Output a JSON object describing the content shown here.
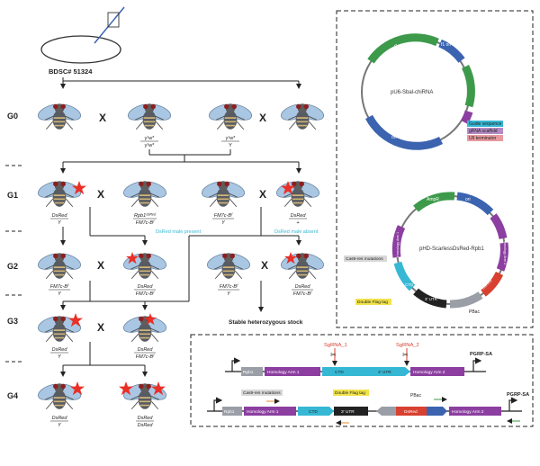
{
  "stock": {
    "label": "BDSC# 51324"
  },
  "generations": [
    "G0",
    "G1",
    "G2",
    "G3",
    "G4"
  ],
  "cross_symbol": "X",
  "crosses": {
    "g0_female_geno_top": "y¹w*",
    "g0_female_geno_bottom": "y¹w*",
    "g0_male_geno_top": "y¹w*",
    "g0_male_geno_bottom": "Y",
    "g1_a_top": "DsRed",
    "g1_a_bottom": "Y",
    "g1_b_top": "Rpb1ᵈˢᴿᵉᵈ",
    "g1_b_bottom": "FM7c-Bᶠ",
    "g1_c_top": "FM7c-Bᶠ",
    "g1_c_bottom": "Y",
    "g1_d_top": "DsRed",
    "g1_d_bottom": "+",
    "g2_a_top": "FM7c-Bᶠ",
    "g2_a_bottom": "Y",
    "g2_b_top": "DsRed",
    "g2_b_bottom": "FM7c-Bᶠ",
    "g2_c_top": "FM7c-Bᶠ",
    "g2_c_bottom": "Y",
    "g2_d_top": "DsRed",
    "g2_d_bottom": "FM7c-Bᶠ",
    "g3_a_top": "DsRed",
    "g3_a_bottom": "Y",
    "g3_b_top": "DsRed",
    "g3_b_bottom": "FM7c-Bᶠ",
    "g4_a_top": "DsRed",
    "g4_a_bottom": "Y",
    "g4_b_top": "DsRed",
    "g4_b_bottom": "DsRed"
  },
  "branch_labels": {
    "present": "DsRed male present",
    "absent": "DsRed male absent"
  },
  "outcome": "Stable heterozygous stock",
  "plasmid1": {
    "name": "pU6-Sbal-chiRNA",
    "labels": [
      "AmpR",
      "f1 ori",
      "U6 promoter",
      "ori"
    ],
    "legend": [
      "Guide sequence",
      "gRNA scaffold",
      "U6 terminator"
    ]
  },
  "plasmid2": {
    "name": "pHD-ScarlessDsRed-Rpb1",
    "labels": [
      "AmpR",
      "ori",
      "DsRed",
      "Homology Arm 1",
      "Homology Arm 2",
      "CTD",
      "3' UTR",
      "PBac"
    ],
    "cas9_res": "Cas9-res mutations",
    "flag_tag": "Double Flag tag"
  },
  "locus": {
    "sgrna1": "SgRNA_1",
    "sgrna2": "SgRNA_2",
    "pgrp": "PGRP-SA",
    "track1": [
      "Rpb1",
      "Homology Arm 1",
      "CTD",
      "3' UTR",
      "Homology Arm 2"
    ],
    "track2": [
      "Rpb1",
      "Homology Arm 1",
      "CTD",
      "3' UTR",
      "DsRed",
      "Homology Arm 2"
    ],
    "cas9_res": "Cas9-res mutations",
    "flag_tag": "Double Flag tag",
    "pbac": "PBac"
  },
  "colors": {
    "purple": "#8c3fa0",
    "cyan": "#36b8d4",
    "red": "#d8402f",
    "green": "#3d9a4a",
    "blue": "#3b63b0",
    "yellow": "#f1e34a",
    "grey": "#9a9ea6",
    "orange": "#e88b2c",
    "fly_eye_red": "#ea2f26"
  }
}
